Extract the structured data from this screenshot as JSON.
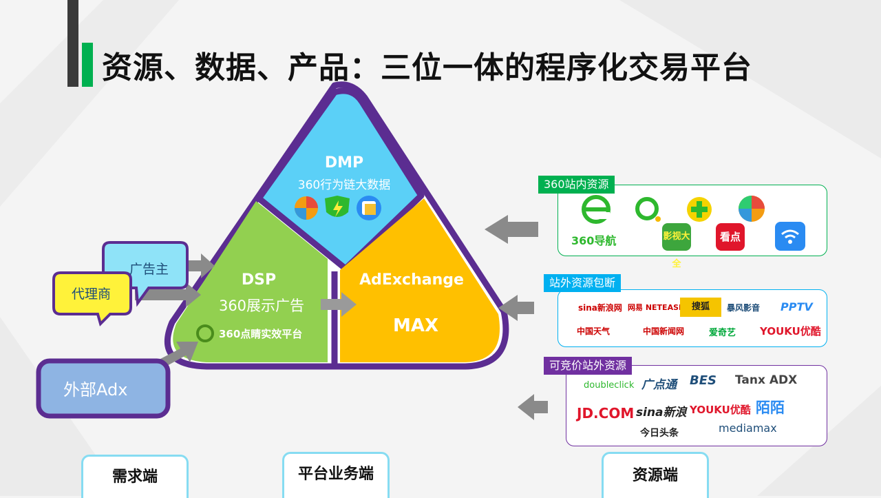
{
  "title": "资源、数据、产品：三位一体的程序化交易平台",
  "dmp": {
    "label": "DMP",
    "sub": "360行为链大数据"
  },
  "dsp": {
    "label": "DSP",
    "sub": "360展示广告",
    "brand": "360点睛实效平台"
  },
  "adx": {
    "label": "AdExchange",
    "sub": "MAX"
  },
  "demand": {
    "advertiser": "广告主",
    "agency": "代理商",
    "external_adx": "外部Adx"
  },
  "res_in": {
    "tag": "360站内资源",
    "items": [
      "360导航",
      "影视大全",
      "看点"
    ]
  },
  "res_out": {
    "tag": "站外资源包断",
    "items": [
      "sina新浪网",
      "网易 NETEASE",
      "搜狐",
      "暴风影音",
      "PPTV",
      "中国天气",
      "中国新闻网",
      "爱奇艺",
      "YOUKU优酷"
    ]
  },
  "res_bid": {
    "tag": "可竞价站外资源",
    "items": [
      "doubleclick",
      "广点通",
      "BES",
      "Tanx ADX",
      "JD.COM",
      "sina新浪",
      "YOUKU优酷",
      "陌陌",
      "今日头条",
      "mediamax"
    ]
  },
  "bottom": {
    "demand": "需求端",
    "platform": "平台业务端",
    "resource": "资源端"
  },
  "colors": {
    "dmp": "#5bd0f7",
    "dsp": "#92d050",
    "adx": "#ffc000",
    "outline": "#5b2d91",
    "green_tag": "#00b050",
    "blue_tag": "#00b0f0",
    "purple_tag": "#7030a0"
  }
}
